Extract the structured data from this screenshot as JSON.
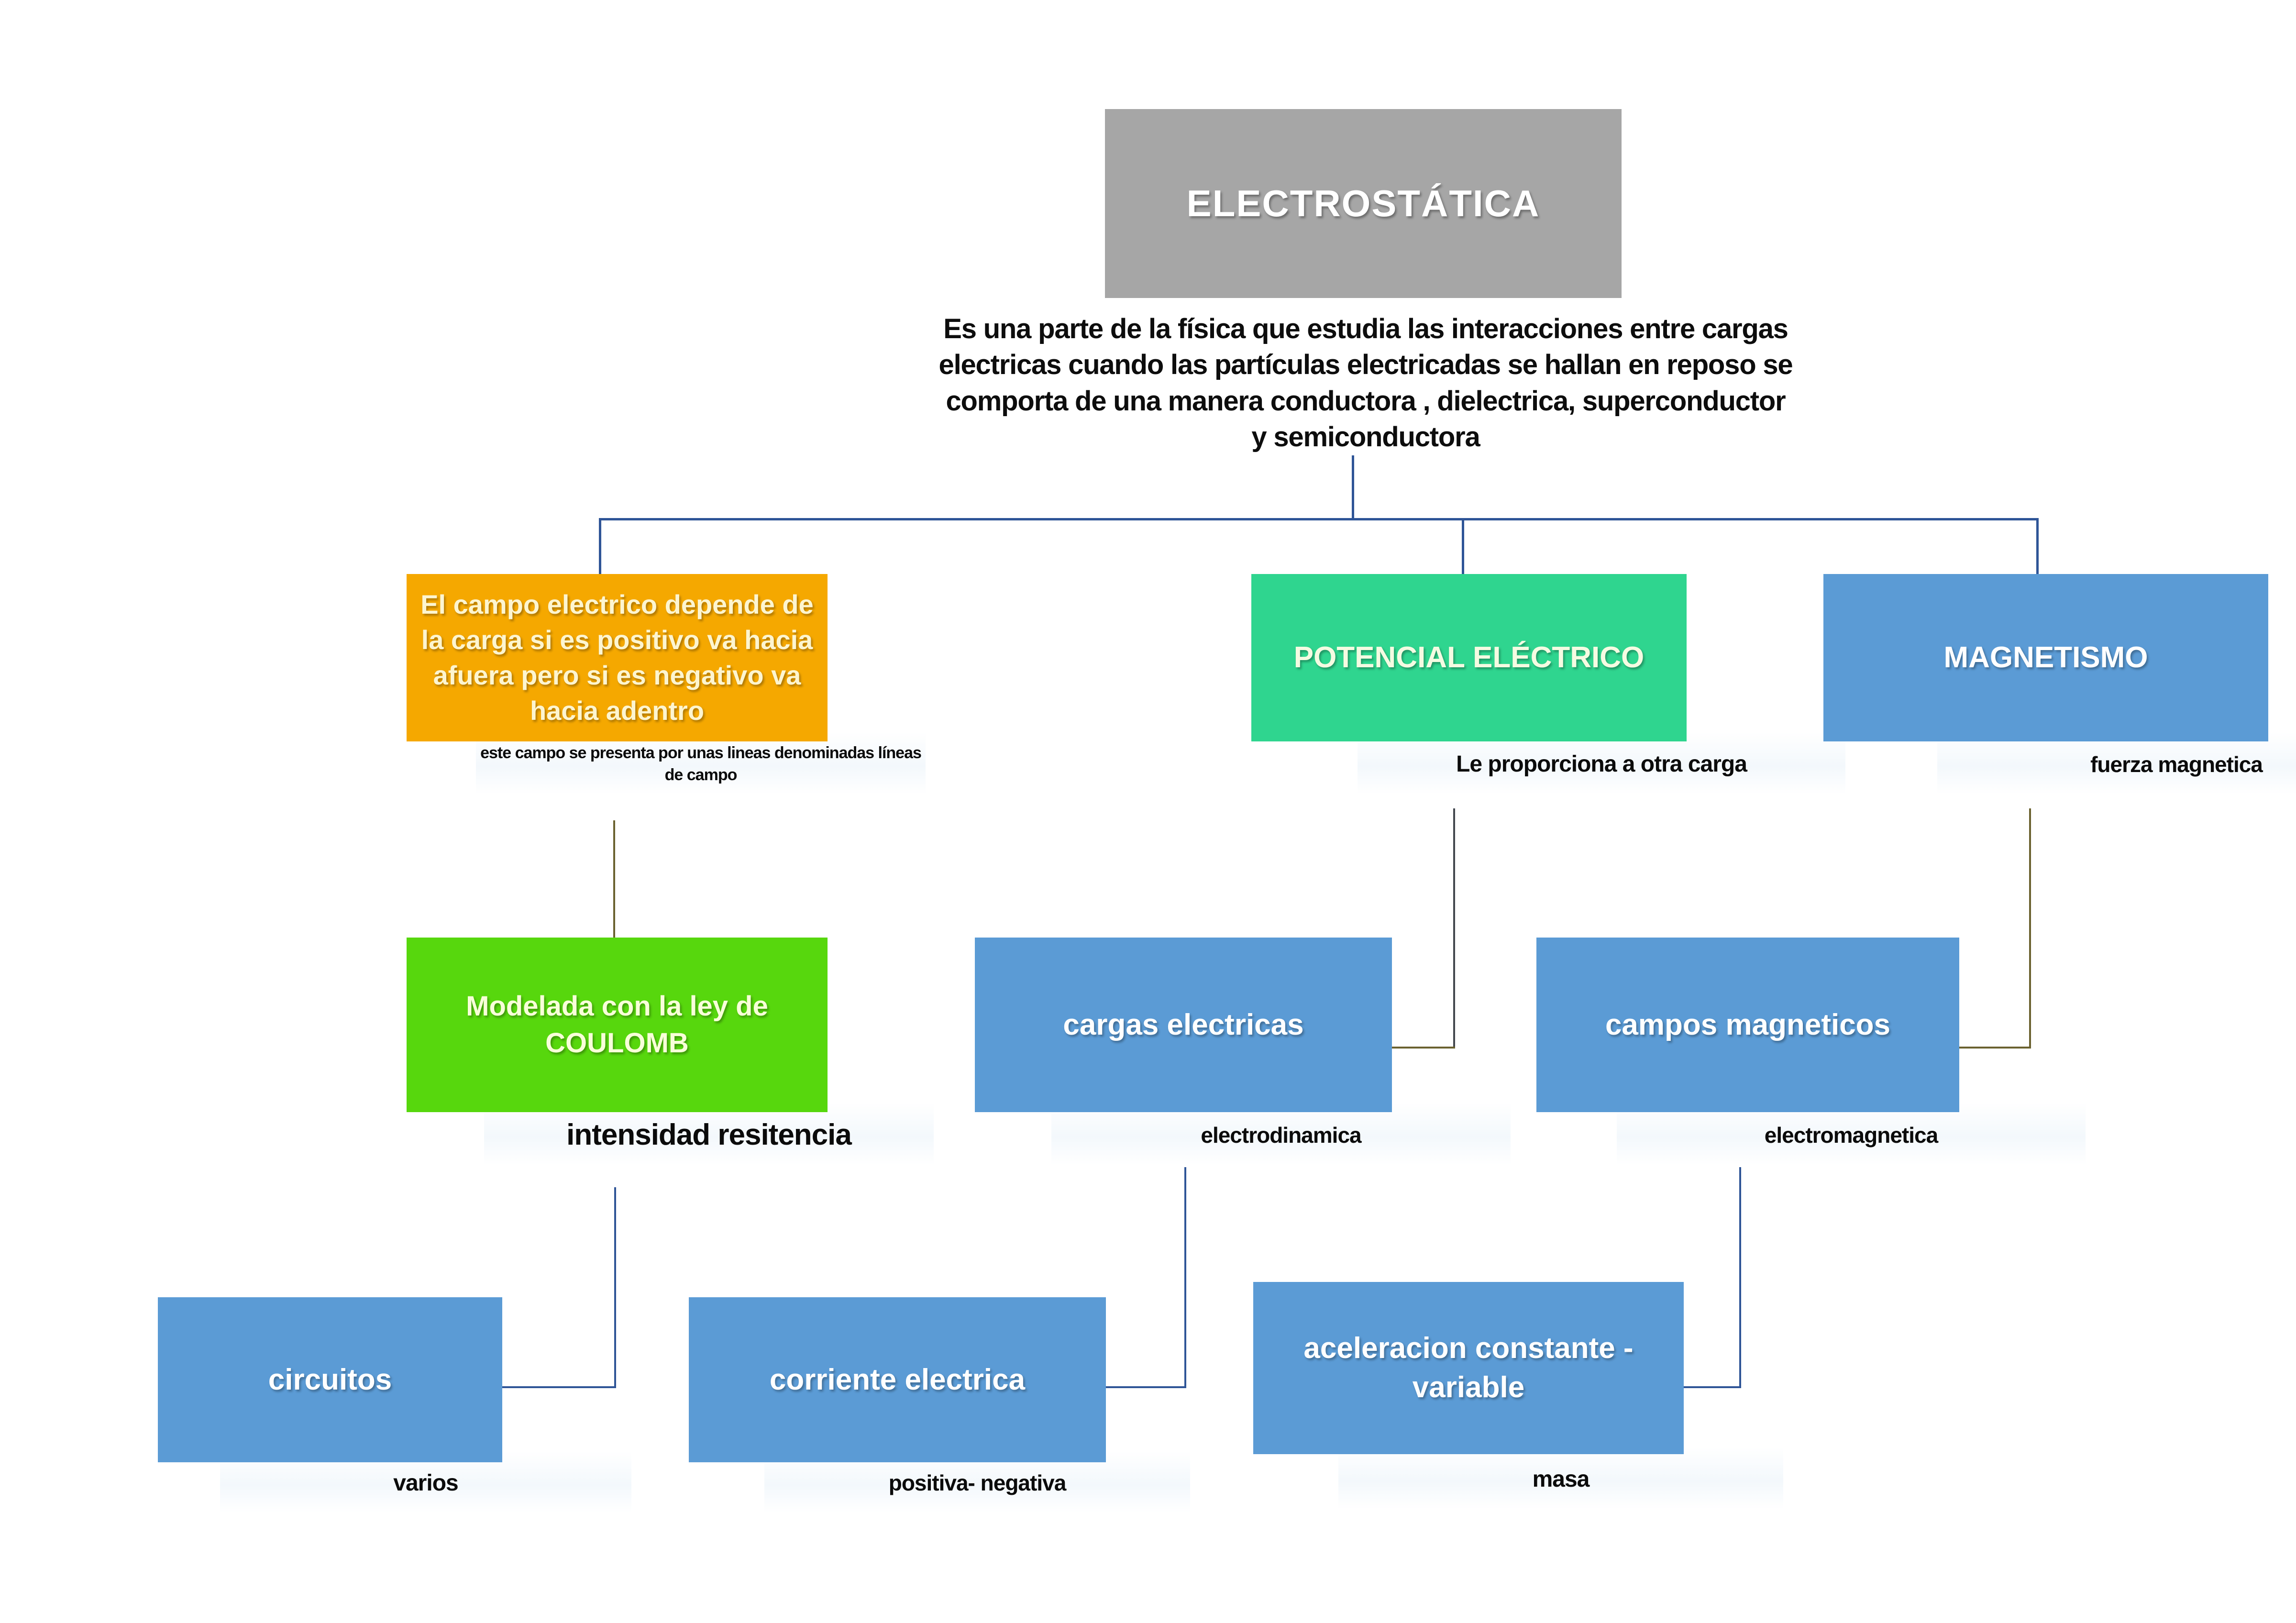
{
  "diagram": {
    "title": "ELECTROSTÁTICA",
    "intro": "Es una parte de la física que estudia las interacciones entre cargas electricas cuando las partículas  electricadas se hallan en reposo se comporta de una manera conductora , dielectrica, superconductor y semiconductora",
    "colors": {
      "title_box": "#a6a6a6",
      "orange": "#f5a800",
      "green": "#2fd58f",
      "blue": "#5b9bd5",
      "lime": "#57d70d",
      "connector": "#2f5597",
      "caption_text": "#0b0b0b"
    },
    "nodes": {
      "campo_electrico": {
        "label": "El campo electrico depende de la carga si es positivo va hacia afuera pero si es negativo va hacia adentro",
        "caption": "este campo se presenta por unas lineas denominadas líneas de campo"
      },
      "potencial_electrico": {
        "label": "POTENCIAL ELÉCTRICO",
        "caption": "Le proporciona a otra carga"
      },
      "magnetismo": {
        "label": "MAGNETISMO",
        "caption": "fuerza magnetica"
      },
      "coulomb": {
        "label": "Modelada con la ley de COULOMB",
        "caption": "intensidad resitencia"
      },
      "cargas_electricas": {
        "label": "cargas electricas",
        "caption": "electrodinamica"
      },
      "campos_magneticos": {
        "label": "campos magneticos",
        "caption": "electromagnetica"
      },
      "circuitos": {
        "label": "circuitos",
        "caption": "varios"
      },
      "corriente_electrica": {
        "label": "corriente electrica",
        "caption": "positiva- negativa"
      },
      "aceleracion": {
        "label": "aceleracion constante - variable",
        "caption": "masa"
      }
    }
  }
}
